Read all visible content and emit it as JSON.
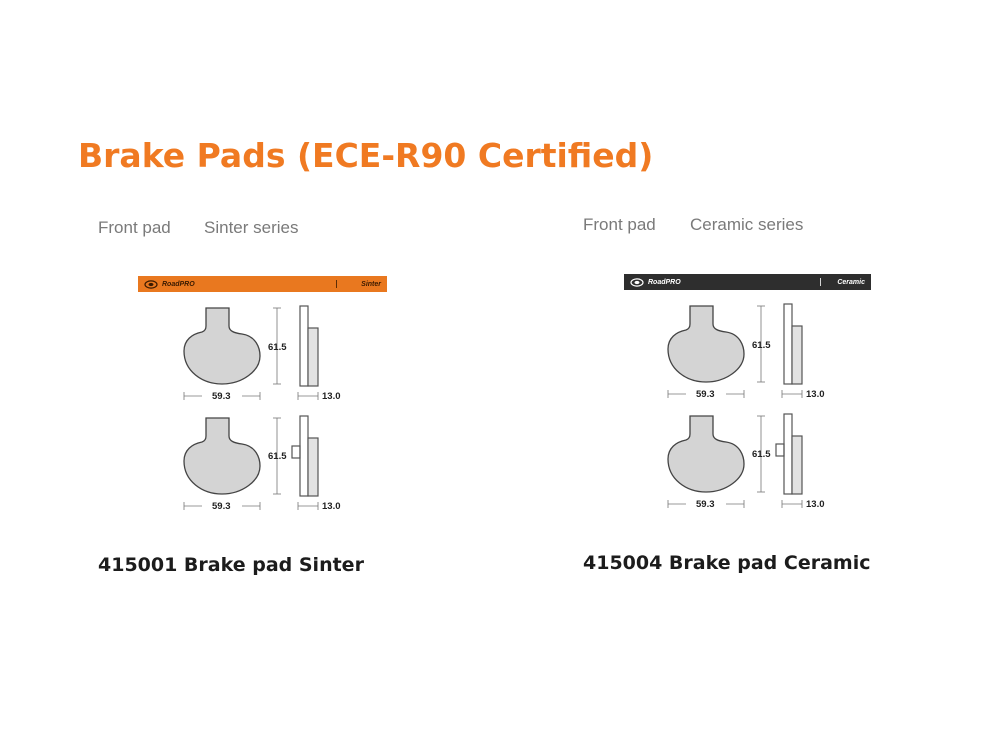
{
  "title": "Brake Pads (ECE-R90 Certified)",
  "colors": {
    "accent": "#f07a22",
    "sinter_banner": "#e9781f",
    "ceramic_banner": "#2e2e2e",
    "pad_fill": "#d4d4d4"
  },
  "products": [
    {
      "position": "Front pad",
      "series": "Sinter series",
      "banner": {
        "brand": "RoadPRO",
        "series_tag": "Sinter"
      },
      "dims": {
        "height": "61.5",
        "width": "59.3",
        "thickness": "13.0"
      },
      "label": "415001 Brake pad Sinter"
    },
    {
      "position": "Front pad",
      "series": "Ceramic series",
      "banner": {
        "brand": "RoadPRO",
        "series_tag": "Ceramic"
      },
      "dims": {
        "height": "61.5",
        "width": "59.3",
        "thickness": "13.0"
      },
      "label": "415004 Brake pad Ceramic"
    }
  ]
}
